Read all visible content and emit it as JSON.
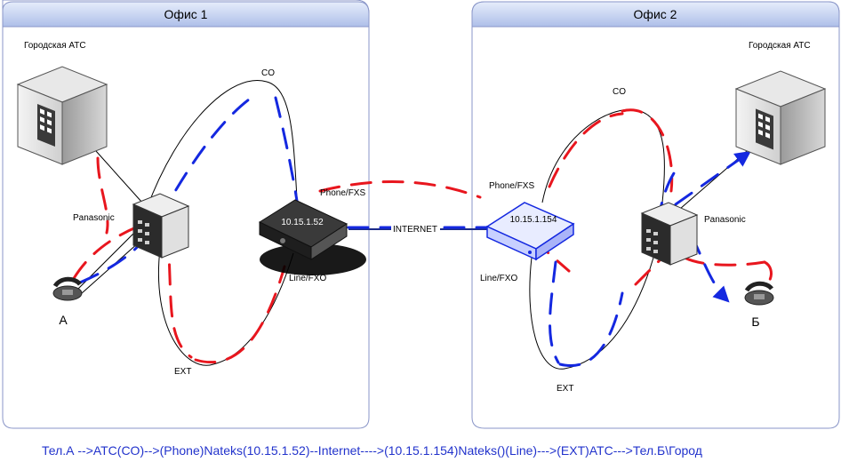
{
  "office1": {
    "title": "Офис 1",
    "city_pbx": "Городская АТС",
    "pbx": "Panasonic",
    "phone": "А",
    "co": "CO",
    "ext": "EXT",
    "fxs": "Phone/FXS",
    "fxo": "Line/FXO",
    "gateway_ip": "10.15.1.52"
  },
  "office2": {
    "title": "Офис 2",
    "city_pbx": "Городская АТС",
    "pbx": "Panasonic",
    "phone": "Б",
    "co": "CO",
    "ext": "EXT",
    "fxs": "Phone/FXS",
    "fxo": "Line/FXO",
    "gateway_ip": "10.15.1.154"
  },
  "internet_label": "INTERNET",
  "caption": "Тел.А  -->АТС(CO)-->(Phone)Nateks(10.15.1.52)--Internet---->(10.15.1.154)Nateks()(Line)--->(EXT)АТС--->Тел.Б\\Город",
  "colors": {
    "office_header": "#b9c9ee",
    "call_path_red": "#e8161e",
    "call_path_blue": "#1428e0",
    "caption": "#2233cc"
  }
}
